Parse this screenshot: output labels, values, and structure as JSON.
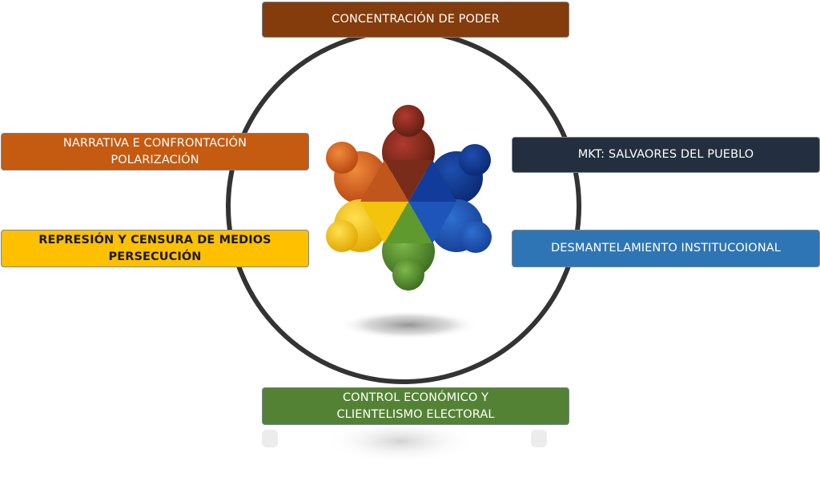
{
  "colors": {
    "brown": "#843c0c",
    "dark_orange": "#c55a11",
    "yellow": "#ffc000",
    "navy": "#232f3e",
    "blue": "#2e75b6",
    "green": "#548235",
    "circle": "#333333"
  },
  "labels": {
    "top": {
      "lines": [
        "CONCENTRACIÓN DE PODER"
      ]
    },
    "left_upper": {
      "lines": [
        "NARRATIVA E CONFRONTACIÓN",
        "POLARIZACIÓN"
      ]
    },
    "left_lower": {
      "lines": [
        "REPRESIÓN Y CENSURA DE MEDIOS",
        "PERSECUCIÓN"
      ]
    },
    "right_upper": {
      "lines": [
        "MKT: SALVAORES DEL PUEBLO"
      ]
    },
    "right_lower": {
      "lines": [
        "DESMANTELAMIENTO INSTITUCOIONAL"
      ]
    },
    "bottom": {
      "lines": [
        "CONTROL ECONÓMICO Y",
        "CLIENTELISMO ELECTORAL"
      ]
    }
  },
  "hub_icon": "six-color-pinwheel-icon"
}
